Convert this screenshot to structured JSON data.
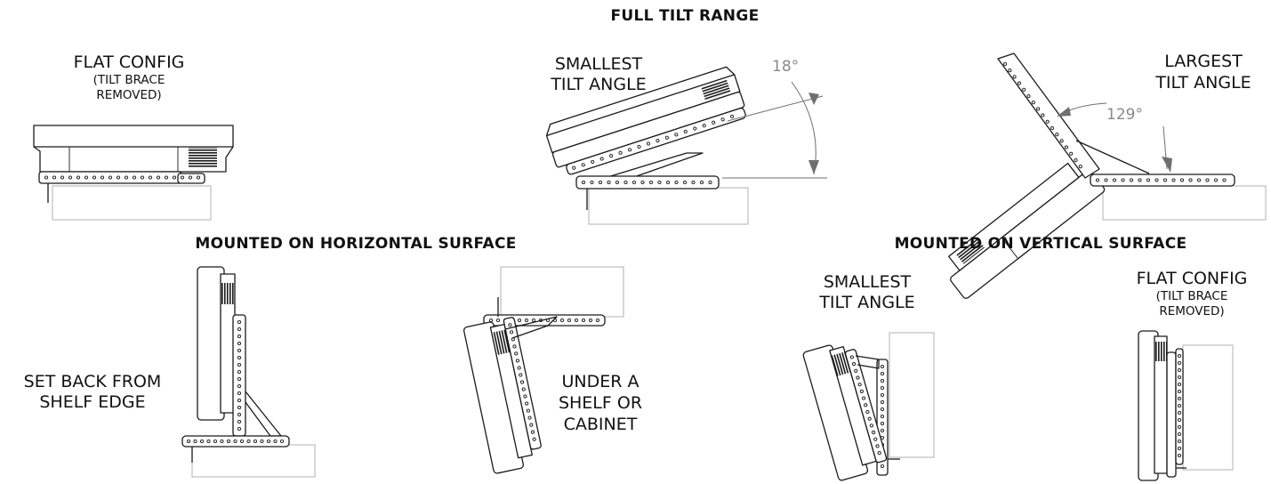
{
  "headings": {
    "full_tilt": "FULL TILT RANGE",
    "horizontal": "MOUNTED ON HORIZONTAL SURFACE",
    "vertical": "MOUNTED ON VERTICAL SURFACE"
  },
  "labels": {
    "flat_main": "FLAT CONFIG",
    "flat_sub1": "(TILT BRACE",
    "flat_sub2": "REMOVED)",
    "smallest1": "SMALLEST",
    "smallest2": "TILT ANGLE",
    "largest1": "LARGEST",
    "largest2": "TILT ANGLE",
    "setback1": "SET BACK FROM",
    "setback2": "SHELF EDGE",
    "under1": "UNDER A",
    "under2": "SHELF OR",
    "under3": "CABINET",
    "v_smallest1": "SMALLEST",
    "v_smallest2": "TILT ANGLE",
    "v_flat_main": "FLAT CONFIG",
    "v_flat_sub1": "(TILT BRACE",
    "v_flat_sub2": "REMOVED)"
  },
  "angles": {
    "smallest": "18°",
    "largest": "129°"
  }
}
